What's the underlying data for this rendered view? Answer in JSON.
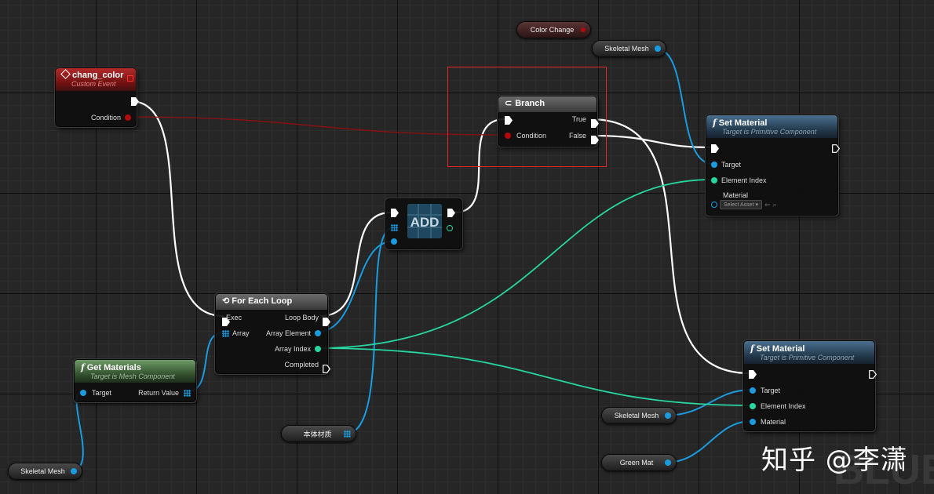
{
  "colors": {
    "exec_wire": "#ffffff",
    "object_pin": "#1a9be0",
    "integer_pin": "#26d6a0",
    "boolean_pin": "#b3090a",
    "highlight_box": "#e42526"
  },
  "nodes": {
    "custom_event": {
      "title": "chang_color",
      "subtitle": "Custom Event",
      "condition_label": "Condition"
    },
    "color_change_var": {
      "label": "Color Change"
    },
    "skeletal_mesh_top": {
      "label": "Skeletal Mesh"
    },
    "branch": {
      "title": "Branch",
      "condition_label": "Condition",
      "true_label": "True",
      "false_label": "False"
    },
    "set_material_top": {
      "title": "Set Material",
      "subtitle": "Target is Primitive Component",
      "target_label": "Target",
      "element_index_label": "Element Index",
      "material_label": "Material",
      "select_asset": "Select Asset"
    },
    "add": {
      "label": "ADD"
    },
    "for_each_loop": {
      "title": "For Each Loop",
      "exec_label": "Exec",
      "array_label": "Array",
      "loop_body_label": "Loop Body",
      "array_element_label": "Array Element",
      "array_index_label": "Array Index",
      "completed_label": "Completed"
    },
    "get_materials": {
      "title": "Get Materials",
      "subtitle": "Target is Mesh Component",
      "target_label": "Target",
      "return_value_label": "Return Value"
    },
    "body_material_var": {
      "label": "本体材质"
    },
    "skeletal_mesh_bottom_left": {
      "label": "Skeletal Mesh"
    },
    "set_material_bottom": {
      "title": "Set Material",
      "subtitle": "Target is Primitive Component",
      "target_label": "Target",
      "element_index_label": "Element Index",
      "material_label": "Material"
    },
    "skeletal_mesh_bottom_right": {
      "label": "Skeletal Mesh"
    },
    "green_mat_var": {
      "label": "Green Mat"
    }
  },
  "watermark": {
    "text": "知乎 @李潇",
    "background_word": "BLUE"
  }
}
